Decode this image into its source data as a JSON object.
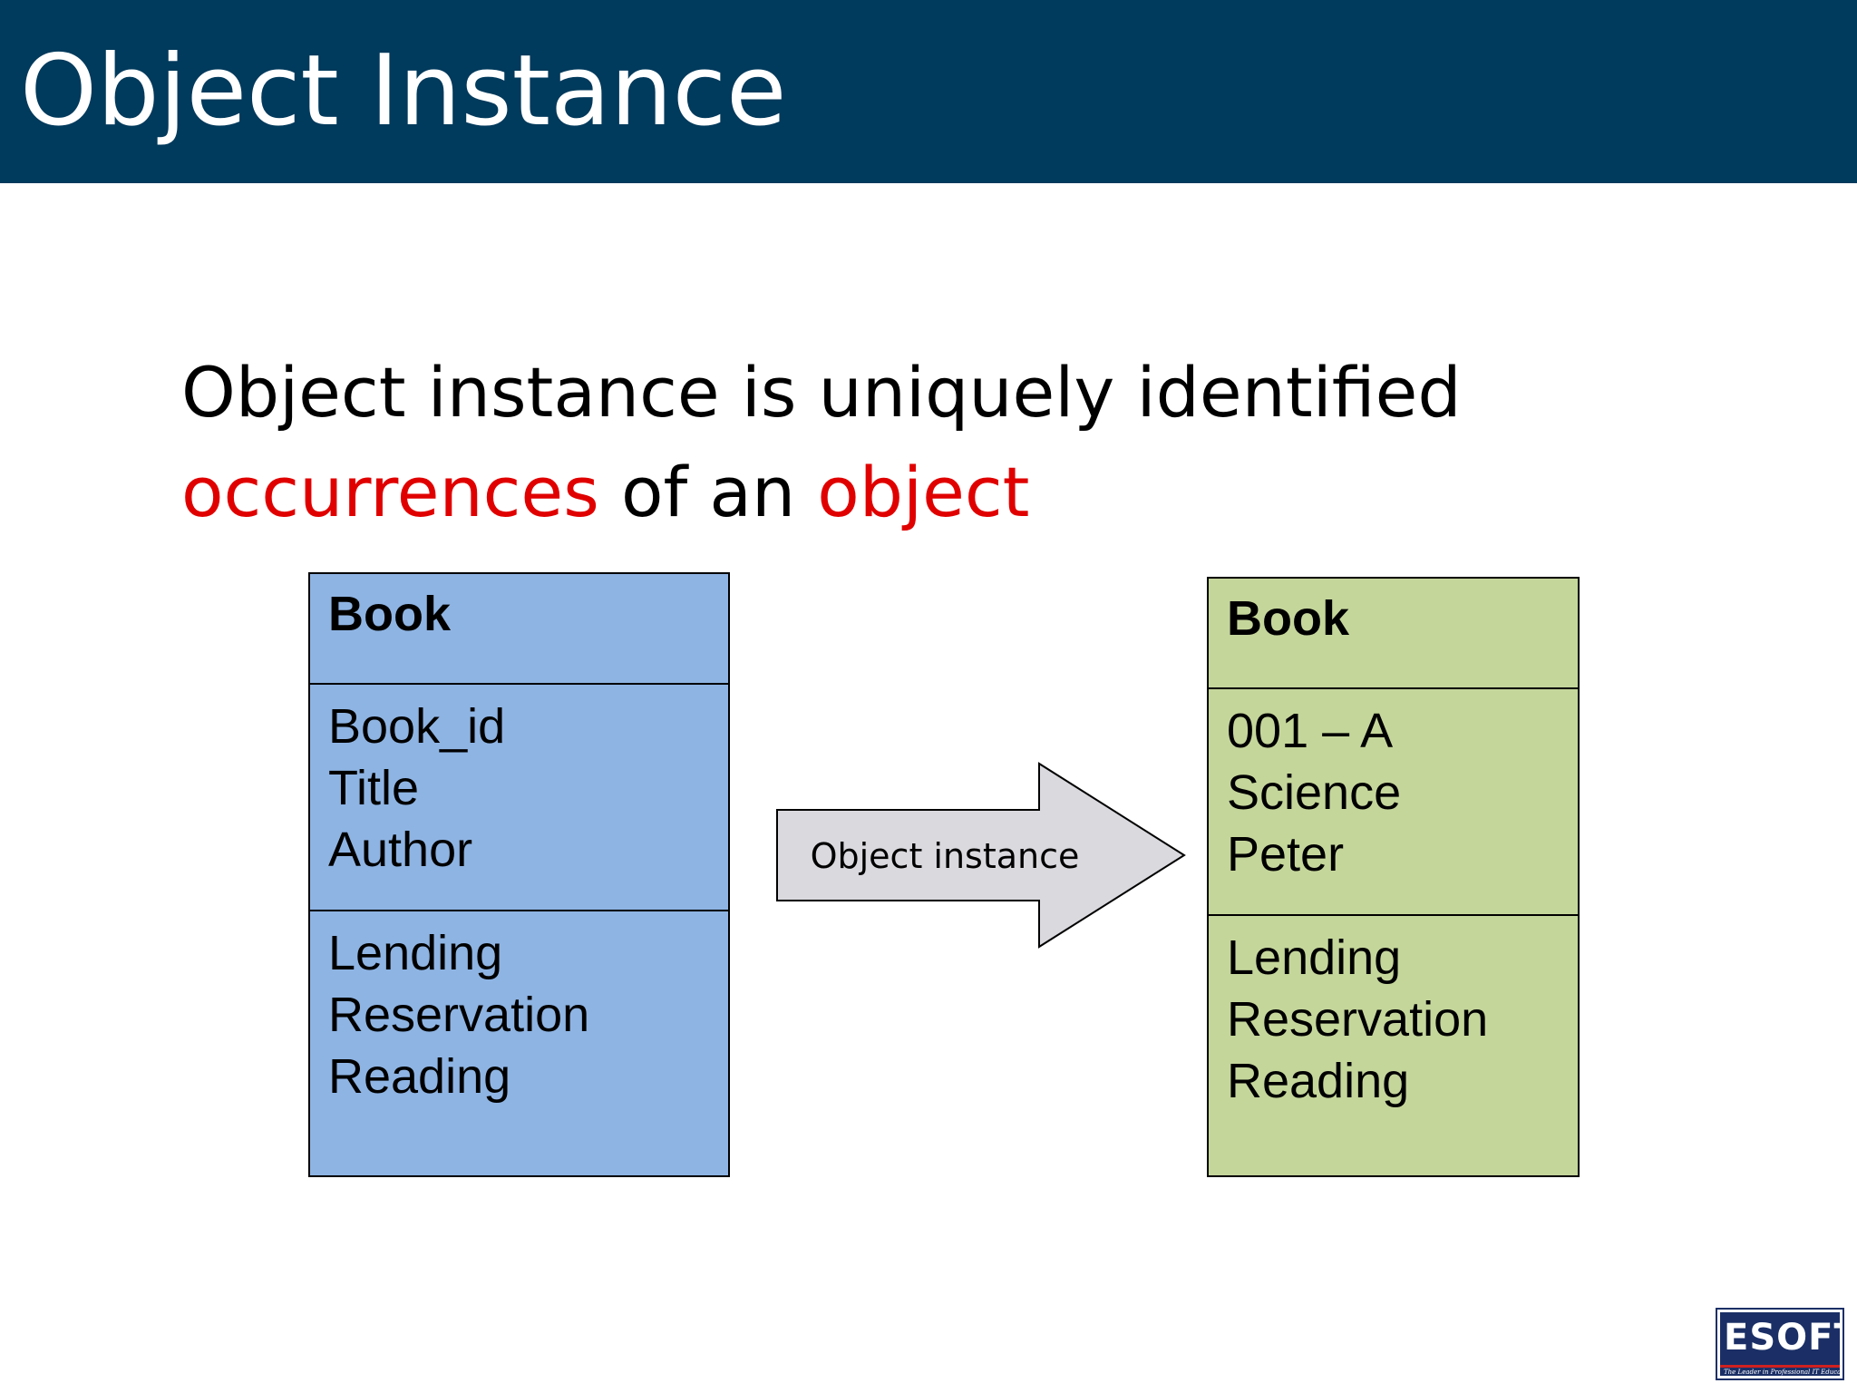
{
  "slide": {
    "title": "Object Instance",
    "statement": {
      "line1": "Object instance is uniquely identified",
      "highlight1": "occurrences",
      "middle": " of an ",
      "highlight2": "object"
    }
  },
  "diagram": {
    "class_box": {
      "name": "Book",
      "attributes": [
        "Book_id",
        "Title",
        "Author"
      ],
      "operations": [
        "Lending",
        "Reservation",
        "Reading"
      ],
      "fill_color": "#8eb4e3"
    },
    "arrow_label": "Object instance",
    "instance_box": {
      "name": "Book",
      "attributes": [
        "001 – A",
        "Science",
        "Peter"
      ],
      "operations": [
        "Lending",
        "Reservation",
        "Reading"
      ],
      "fill_color": "#c5d69b"
    }
  },
  "logo": {
    "text": "ESOFT",
    "tagline": "The Leader in Professional IT Education"
  },
  "colors": {
    "title_bar": "#003a5c",
    "highlight": "#e00000",
    "arrow_fill": "#d9d9de"
  }
}
